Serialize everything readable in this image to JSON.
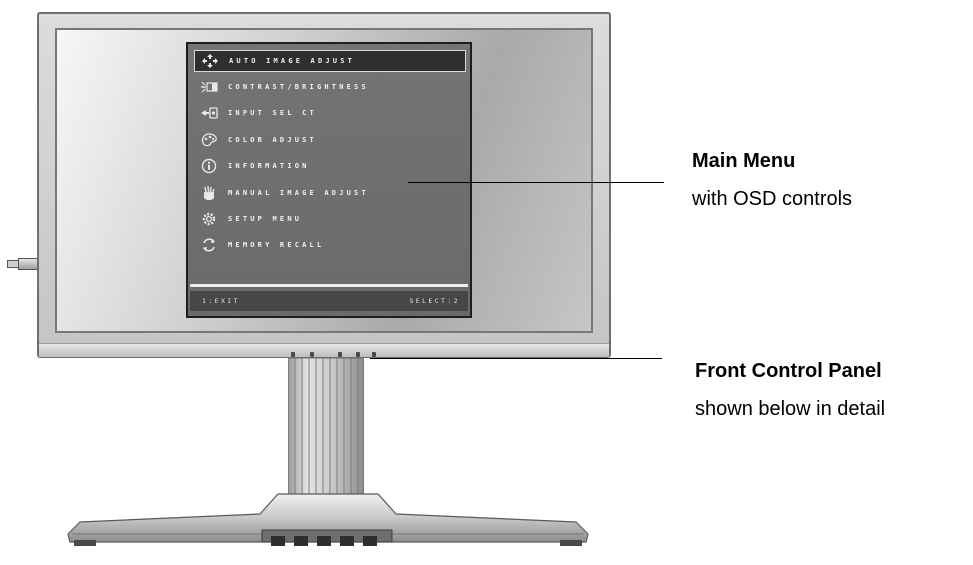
{
  "osd": {
    "items": [
      {
        "label": "AUTO IMAGE ADJUST",
        "icon": "auto-adjust-icon"
      },
      {
        "label": "CONTRAST/BRIGHTNESS",
        "icon": "contrast-brightness-icon"
      },
      {
        "label": "INPUT SEL CT",
        "icon": "input-select-icon"
      },
      {
        "label": "COLOR ADJUST",
        "icon": "color-adjust-icon"
      },
      {
        "label": "INFORMATION",
        "icon": "information-icon"
      },
      {
        "label": "MANUAL IMAGE ADJUST",
        "icon": "manual-adjust-icon"
      },
      {
        "label": "SETUP MENU",
        "icon": "setup-icon"
      },
      {
        "label": "MEMORY RECALL",
        "icon": "memory-recall-icon"
      }
    ],
    "selected_index": 0,
    "footer": {
      "left": "1:EXIT",
      "right": "SELECT:2"
    }
  },
  "callouts": {
    "main_menu": {
      "title": "Main Menu",
      "subtitle": "with OSD controls"
    },
    "front_panel": {
      "title": "Front Control Panel",
      "subtitle": "shown below in detail"
    }
  }
}
